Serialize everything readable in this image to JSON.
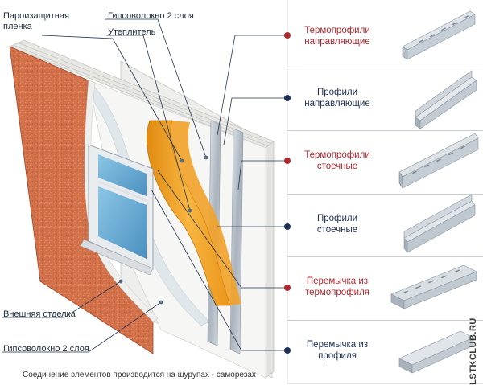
{
  "left_labels": {
    "vapor_barrier": [
      "Пароизащитная",
      "пленка"
    ],
    "gypsum_top": "Гипсоволокно 2 слоя",
    "insulation": "Утеплитель",
    "exterior_finish": "Внешняя отделка",
    "gypsum_bottom": "Гипсоволокно 2 слоя"
  },
  "panels": [
    {
      "id": "thermo-guide",
      "text": [
        "Термопрофили",
        "направляющие"
      ],
      "color": "#b2272e",
      "dot": "#b2272e"
    },
    {
      "id": "guide",
      "text": [
        "Профили",
        "направляющие"
      ],
      "color": "#1e2f55",
      "dot": "#1e2f55"
    },
    {
      "id": "thermo-stud",
      "text": [
        "Термопрофили",
        "стоечные"
      ],
      "color": "#b2272e",
      "dot": "#b2272e"
    },
    {
      "id": "stud",
      "text": [
        "Профили",
        "стоечные"
      ],
      "color": "#1e2f55",
      "dot": "#1e2f55"
    },
    {
      "id": "thermo-lintel",
      "text": [
        "Перемычка из",
        "термопрофиля"
      ],
      "color": "#b2272e",
      "dot": "#b2272e"
    },
    {
      "id": "lintel",
      "text": [
        "Перемычка из",
        "профиля"
      ],
      "color": "#1e2f55",
      "dot": "#1e2f55"
    }
  ],
  "footer": "Соединение элементов производится на шурупах - саморезах",
  "watermark": "LSTKCLUB.RU",
  "colors": {
    "red_accent": "#b2272e",
    "navy": "#1e2f55",
    "brick": "#d2704a",
    "insulation": "#f4a321",
    "gypsum": "#f3f3f1",
    "glass": "#6fb0d6",
    "metal": "#b7c0c9"
  }
}
